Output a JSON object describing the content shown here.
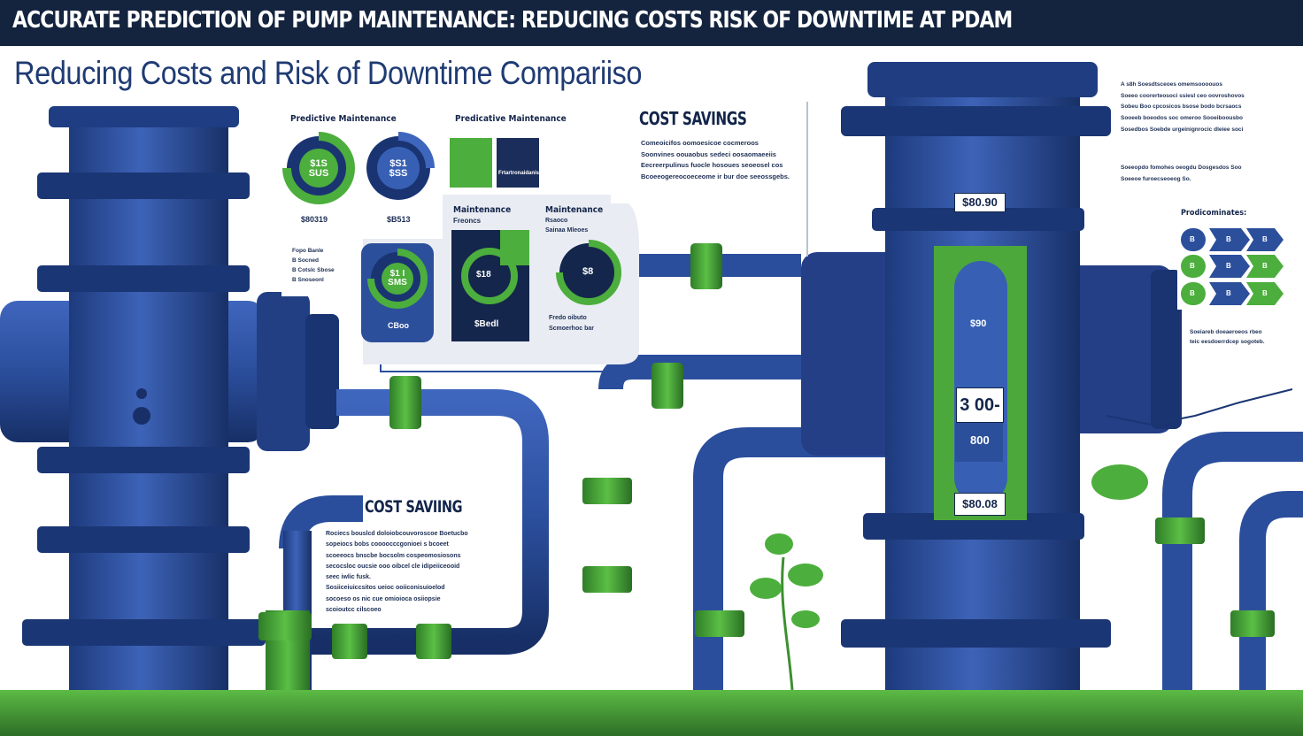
{
  "title": "ACCURATE PREDICTION OF PUMP MAINTENANCE:   REDUCING COSTS RISK OF DOWNTIME AT PDAM",
  "subtitle": "Reducing Costs and Risk of Downtime Compariiso",
  "colors": {
    "navy": "#14243f",
    "blue": "#2c4f9c",
    "green": "#4cae3c",
    "ground": "#3f8f2e"
  },
  "left_panel": {
    "heading": "Predictive Maintenance",
    "gauge_1": "$1S\nSUS",
    "gauge_2": "$S1\n$SS",
    "value_1": "$80319",
    "value_2": "$B513",
    "legend": "Fopo  Banle\nB  Socned\nB  Cotslc  Sbose\nB  Snoseonl",
    "gauge_3": "$1 I\nSMS",
    "gauge_3_label": "CBoo"
  },
  "middle_panel": {
    "heading": "Predicative Maintenance",
    "box_caption": "Frtartronaidanis",
    "card_title": "Maintenance",
    "card_subtitle": "Freoncs",
    "card_gauge": "$18",
    "card_value": "$Bedl",
    "right_title": "Maintenance",
    "right_subtitle": "Rsaoco\nSainaa  Mleoes",
    "right_gauge": "$8",
    "right_caption": "Fredo oibuto\nScmoerhoc bar"
  },
  "cost_savings_top": {
    "heading": "COST SAVINGS",
    "body": "Comeoicifos oomoesicoe cocmeroos\nSoonvines oouaobus sedeci oosaomaeeiis\nEecreerpulinus fuocle hosoues seoeosel cos\nBcoeeogereocoeceome ir bur doe seeossgebs."
  },
  "cost_saving_bottom": {
    "heading": "COST SAVIING",
    "body": "Rociecs bouslcd doloiobcouvoroscoe Boetucbo\nsopeiocs bobs coooocccgonioei  s bcoeet\nscoeeocs bnscbe bocsolm  cospeomosiosons\nsecocsloc oucsie ooo oibcel cle idipeiiceooid\nseec iwlic fusk.\nSosiiceiuiccsitos ueioc ooiiconisuioelod\nsocoeso os nic cue omioioca osiiopsie\nscoioutcc cilscoeo"
  },
  "tower_labels": {
    "top": "$80.90",
    "mid_small": "$90",
    "mid": "3 00-",
    "low": "800",
    "bottom": "$80.08"
  },
  "right_panel": {
    "intro": "A s8h  Soesdtsceoes  omemsoooouos\nSoeeo coorerteosoci  ssiesl  ceo  oovroshovos\nSobeu  Boo  cpcosicos  bsose  bodo  bcrsaocs\nSooeeb  boeodos  soc  omeroo  Sooeiboousbo\nSosedbos  Soebde  urgeinignrocic  dleiee  soci",
    "note": "Soeeopdo  fomohes  oeogdu  Dosgesdos  Soo\nSoeeoe  furoecseoeog  So.",
    "heading": "Prodicominates:",
    "row_icons": [
      "B",
      "B",
      "B"
    ],
    "row_vals": [
      [
        "B",
        "B"
      ],
      [
        "B",
        "B"
      ],
      [
        "B",
        "B"
      ]
    ],
    "footer": "Soeiareb  doeaeroeos  rbeo\nteic  eesdoerrdcep  sogoteb."
  }
}
